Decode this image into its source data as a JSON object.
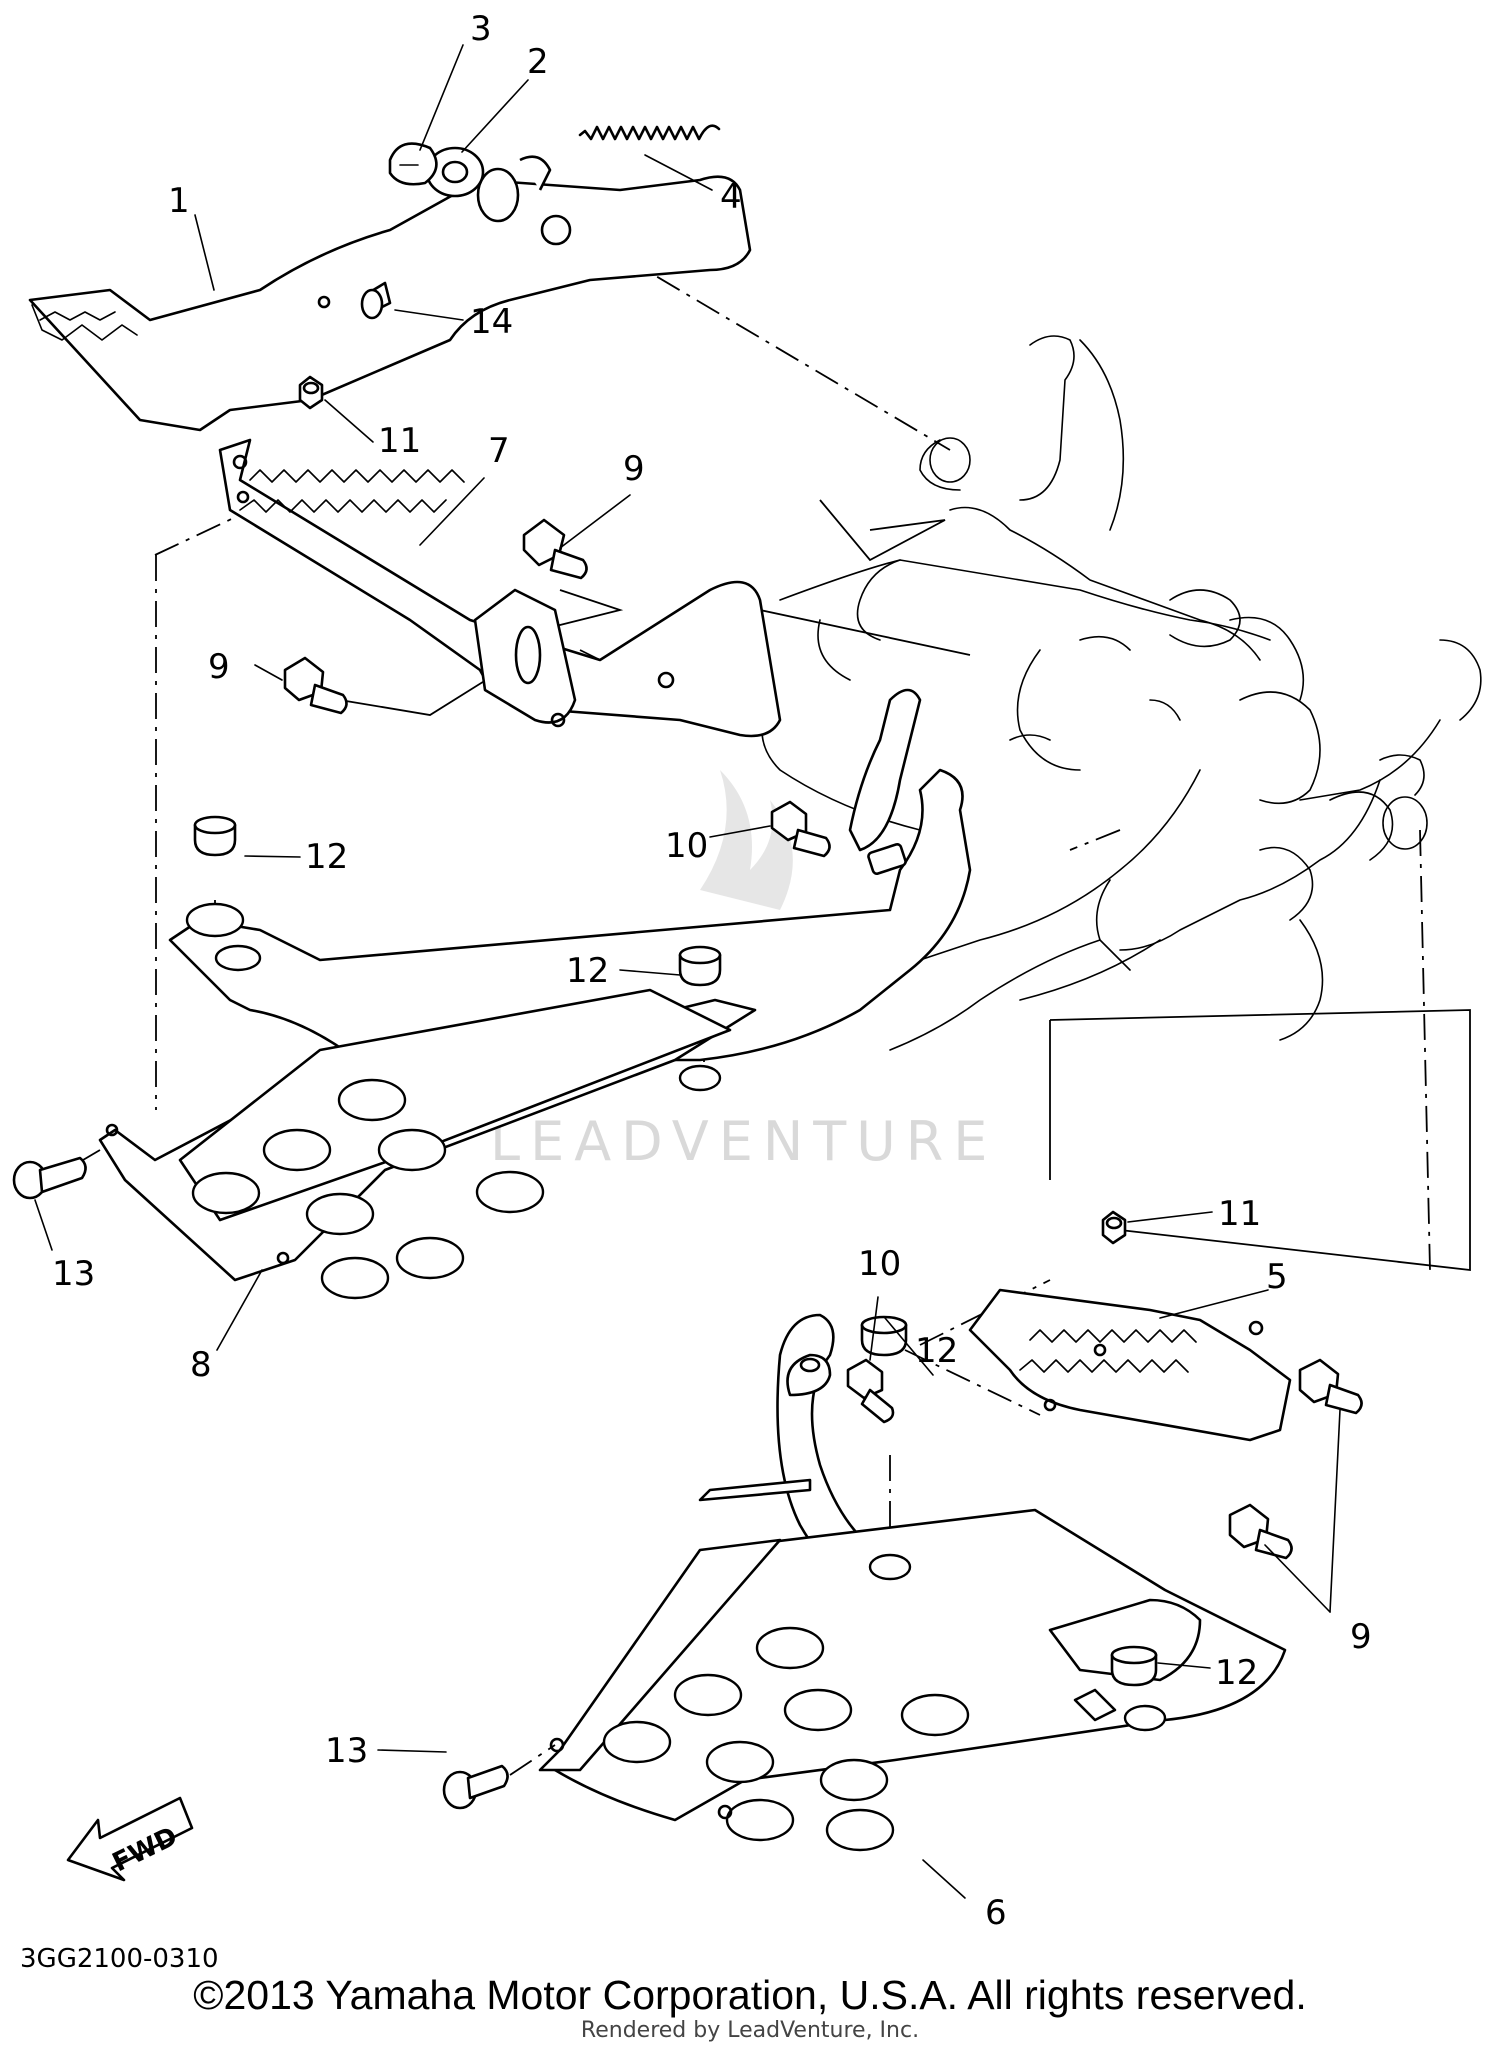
{
  "diagram": {
    "callouts": [
      {
        "id": "c3",
        "text": "3"
      },
      {
        "id": "c2",
        "text": "2"
      },
      {
        "id": "c4",
        "text": "4"
      },
      {
        "id": "c1",
        "text": "1"
      },
      {
        "id": "c14",
        "text": "14"
      },
      {
        "id": "c11a",
        "text": "11"
      },
      {
        "id": "c7",
        "text": "7"
      },
      {
        "id": "c9a",
        "text": "9"
      },
      {
        "id": "c9b",
        "text": "9"
      },
      {
        "id": "c12a",
        "text": "12"
      },
      {
        "id": "c10a",
        "text": "10"
      },
      {
        "id": "c12b",
        "text": "12"
      },
      {
        "id": "c13a",
        "text": "13"
      },
      {
        "id": "c8",
        "text": "8"
      },
      {
        "id": "c11b",
        "text": "11"
      },
      {
        "id": "c5",
        "text": "5"
      },
      {
        "id": "c10b",
        "text": "10"
      },
      {
        "id": "c12c",
        "text": "12"
      },
      {
        "id": "c9c",
        "text": "9"
      },
      {
        "id": "c12d",
        "text": "12"
      },
      {
        "id": "c13b",
        "text": "13"
      },
      {
        "id": "c6",
        "text": "6"
      }
    ],
    "fwd_label": "FWD",
    "watermark": "LEADVENTURE",
    "part_code": "3GG2100-0310"
  },
  "footer": {
    "copyright": "©2013 Yamaha Motor Corporation, U.S.A. All rights reserved.",
    "rendered_by": "Rendered by LeadVenture, Inc."
  }
}
